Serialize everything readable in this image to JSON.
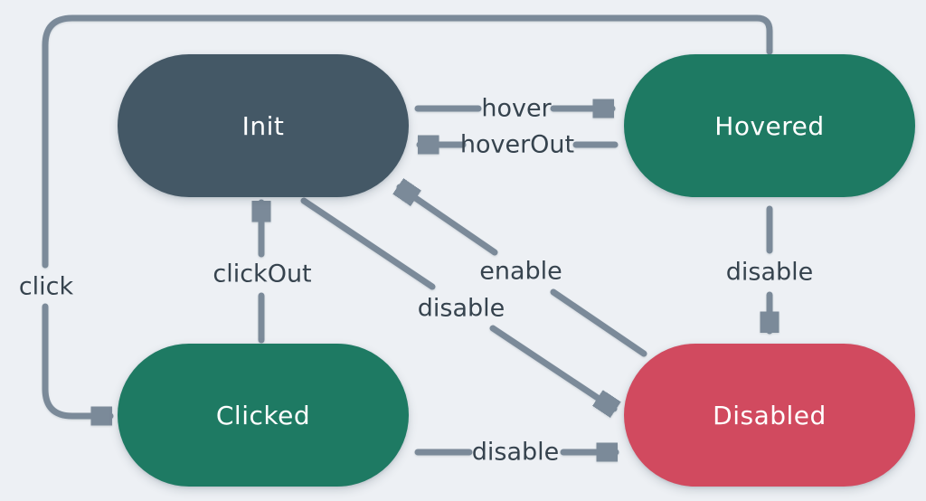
{
  "diagram": {
    "type": "state-machine",
    "nodes": [
      {
        "id": "init",
        "label": "Init",
        "color": "#445866"
      },
      {
        "id": "hovered",
        "label": "Hovered",
        "color": "#1e7a63"
      },
      {
        "id": "clicked",
        "label": "Clicked",
        "color": "#1e7a63"
      },
      {
        "id": "disabled",
        "label": "Disabled",
        "color": "#d14a5f"
      }
    ],
    "edges": [
      {
        "from": "init",
        "to": "hovered",
        "label": "hover"
      },
      {
        "from": "hovered",
        "to": "init",
        "label": "hoverOut"
      },
      {
        "from": "hovered",
        "to": "clicked",
        "label": "click"
      },
      {
        "from": "clicked",
        "to": "init",
        "label": "clickOut"
      },
      {
        "from": "hovered",
        "to": "disabled",
        "label": "disable"
      },
      {
        "from": "init",
        "to": "disabled",
        "label": "disable"
      },
      {
        "from": "disabled",
        "to": "init",
        "label": "enable"
      },
      {
        "from": "clicked",
        "to": "disabled",
        "label": "disable"
      }
    ],
    "colors": {
      "background": "#edf0f4",
      "arrow": "#7b8a99",
      "edge_label_text": "#36434e",
      "node_text": "#ffffff"
    }
  }
}
